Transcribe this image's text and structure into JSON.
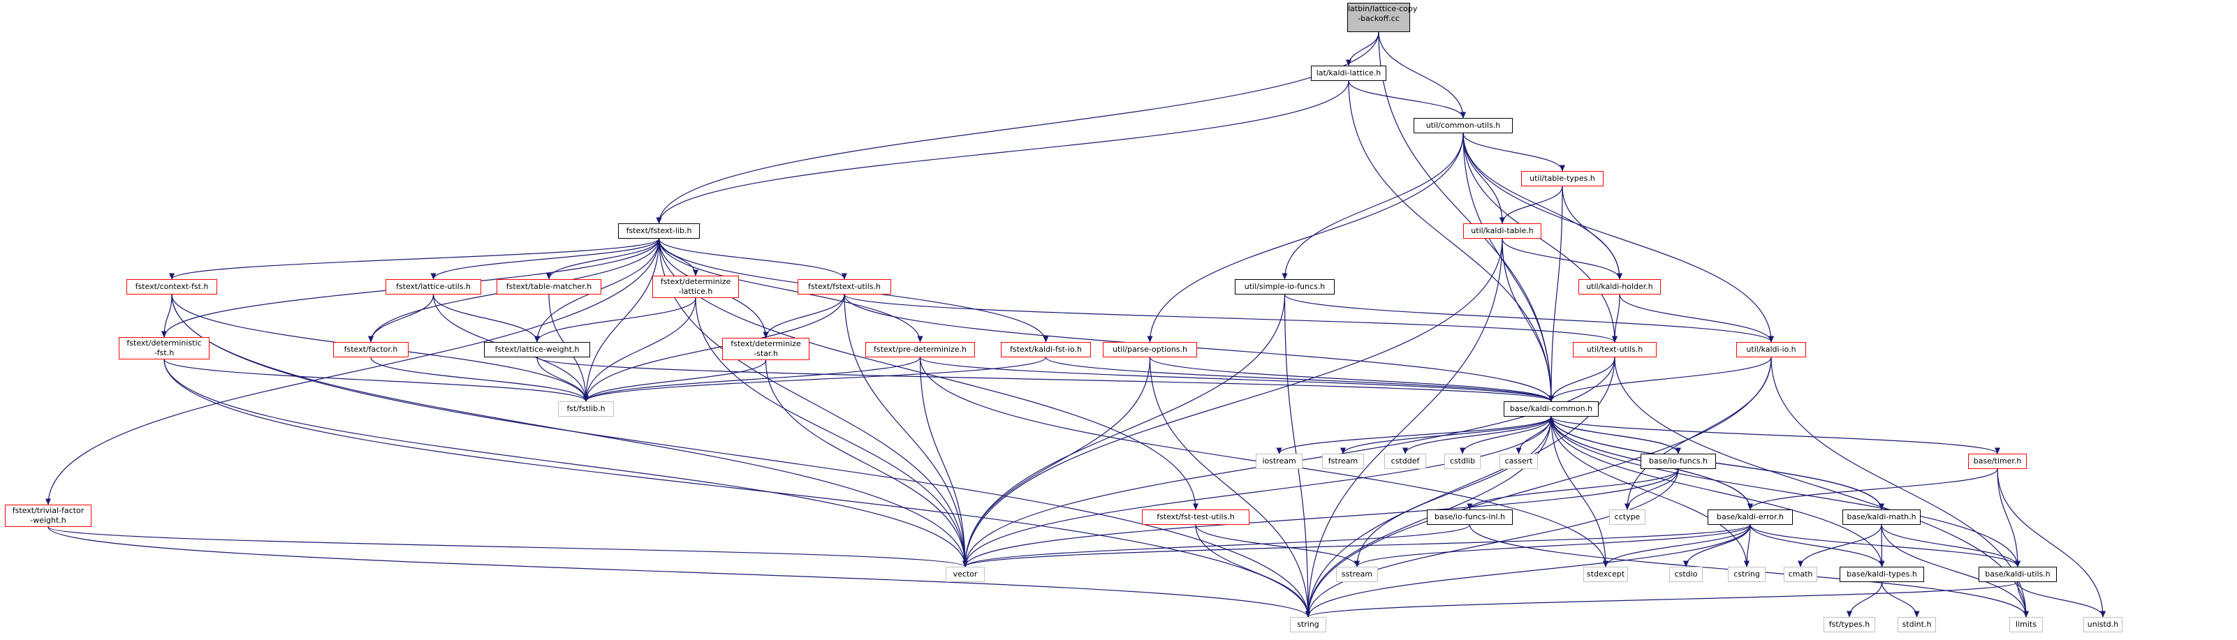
{
  "nodes": [
    {
      "id": "root",
      "lines": [
        "latbin/lattice-copy",
        "-backoff.cc"
      ],
      "style": "root"
    },
    {
      "id": "kaldi_lattice",
      "lines": [
        "lat/kaldi-lattice.h"
      ],
      "style": "black"
    },
    {
      "id": "common_utils",
      "lines": [
        "util/common-utils.h"
      ],
      "style": "black"
    },
    {
      "id": "fstext_lib",
      "lines": [
        "fstext/fstext-lib.h"
      ],
      "style": "black"
    },
    {
      "id": "table_types",
      "lines": [
        "util/table-types.h"
      ],
      "style": "red"
    },
    {
      "id": "kaldi_table",
      "lines": [
        "util/kaldi-table.h"
      ],
      "style": "red"
    },
    {
      "id": "simple_io",
      "lines": [
        "util/simple-io-funcs.h"
      ],
      "style": "black"
    },
    {
      "id": "kaldi_holder",
      "lines": [
        "util/kaldi-holder.h"
      ],
      "style": "red"
    },
    {
      "id": "kaldi_io",
      "lines": [
        "util/kaldi-io.h"
      ],
      "style": "red"
    },
    {
      "id": "text_utils",
      "lines": [
        "util/text-utils.h"
      ],
      "style": "red"
    },
    {
      "id": "context_fst",
      "lines": [
        "fstext/context-fst.h"
      ],
      "style": "red"
    },
    {
      "id": "lattice_utils",
      "lines": [
        "fstext/lattice-utils.h"
      ],
      "style": "red"
    },
    {
      "id": "table_matcher",
      "lines": [
        "fstext/table-matcher.h"
      ],
      "style": "red"
    },
    {
      "id": "determinize_lattice",
      "lines": [
        "fstext/determinize",
        "-lattice.h"
      ],
      "style": "red"
    },
    {
      "id": "fstext_utils",
      "lines": [
        "fstext/fstext-utils.h"
      ],
      "style": "red"
    },
    {
      "id": "deterministic_fst",
      "lines": [
        "fstext/deterministic",
        "-fst.h"
      ],
      "style": "red"
    },
    {
      "id": "factor",
      "lines": [
        "fstext/factor.h"
      ],
      "style": "red"
    },
    {
      "id": "lattice_weight",
      "lines": [
        "fstext/lattice-weight.h"
      ],
      "style": "black"
    },
    {
      "id": "determinize_star",
      "lines": [
        "fstext/determinize",
        "-star.h"
      ],
      "style": "red"
    },
    {
      "id": "pre_determinize",
      "lines": [
        "fstext/pre-determinize.h"
      ],
      "style": "red"
    },
    {
      "id": "kaldi_fst_io",
      "lines": [
        "fstext/kaldi-fst-io.h"
      ],
      "style": "red"
    },
    {
      "id": "parse_options",
      "lines": [
        "util/parse-options.h"
      ],
      "style": "red"
    },
    {
      "id": "fstlib",
      "lines": [
        "fst/fstlib.h"
      ],
      "style": "gray"
    },
    {
      "id": "kaldi_common",
      "lines": [
        "base/kaldi-common.h"
      ],
      "style": "black"
    },
    {
      "id": "iostream",
      "lines": [
        "iostream"
      ],
      "style": "gray"
    },
    {
      "id": "fstream",
      "lines": [
        "fstream"
      ],
      "style": "gray"
    },
    {
      "id": "cstddef",
      "lines": [
        "cstddef"
      ],
      "style": "gray"
    },
    {
      "id": "cstdlib",
      "lines": [
        "cstdlib"
      ],
      "style": "gray"
    },
    {
      "id": "cassert",
      "lines": [
        "cassert"
      ],
      "style": "gray"
    },
    {
      "id": "io_funcs",
      "lines": [
        "base/io-funcs.h"
      ],
      "style": "black"
    },
    {
      "id": "timer",
      "lines": [
        "base/timer.h"
      ],
      "style": "red"
    },
    {
      "id": "trivial_factor",
      "lines": [
        "fstext/trivial-factor",
        "-weight.h"
      ],
      "style": "red"
    },
    {
      "id": "fst_test_utils",
      "lines": [
        "fstext/fst-test-utils.h"
      ],
      "style": "red"
    },
    {
      "id": "io_funcs_inl",
      "lines": [
        "base/io-funcs-inl.h"
      ],
      "style": "black"
    },
    {
      "id": "cctype",
      "lines": [
        "cctype"
      ],
      "style": "gray"
    },
    {
      "id": "kaldi_error",
      "lines": [
        "base/kaldi-error.h"
      ],
      "style": "black"
    },
    {
      "id": "kaldi_math",
      "lines": [
        "base/kaldi-math.h"
      ],
      "style": "black"
    },
    {
      "id": "vector",
      "lines": [
        "vector"
      ],
      "style": "gray"
    },
    {
      "id": "sstream",
      "lines": [
        "sstream"
      ],
      "style": "gray"
    },
    {
      "id": "stdexcept",
      "lines": [
        "stdexcept"
      ],
      "style": "gray"
    },
    {
      "id": "cstdio",
      "lines": [
        "cstdio"
      ],
      "style": "gray"
    },
    {
      "id": "cstring",
      "lines": [
        "cstring"
      ],
      "style": "gray"
    },
    {
      "id": "cmath",
      "lines": [
        "cmath"
      ],
      "style": "gray"
    },
    {
      "id": "kaldi_types",
      "lines": [
        "base/kaldi-types.h"
      ],
      "style": "black"
    },
    {
      "id": "kaldi_utils",
      "lines": [
        "base/kaldi-utils.h"
      ],
      "style": "black"
    },
    {
      "id": "string",
      "lines": [
        "string"
      ],
      "style": "gray"
    },
    {
      "id": "fst_types",
      "lines": [
        "fst/types.h"
      ],
      "style": "gray"
    },
    {
      "id": "stdint",
      "lines": [
        "stdint.h"
      ],
      "style": "gray"
    },
    {
      "id": "limits",
      "lines": [
        "limits"
      ],
      "style": "gray"
    },
    {
      "id": "unistd",
      "lines": [
        "unistd.h"
      ],
      "style": "gray"
    }
  ],
  "edges": [
    [
      "root",
      "kaldi_lattice"
    ],
    [
      "root",
      "common_utils"
    ],
    [
      "root",
      "fstext_lib"
    ],
    [
      "root",
      "kaldi_common"
    ],
    [
      "kaldi_lattice",
      "fstext_lib"
    ],
    [
      "kaldi_lattice",
      "common_utils"
    ],
    [
      "kaldi_lattice",
      "kaldi_common"
    ],
    [
      "common_utils",
      "table_types"
    ],
    [
      "common_utils",
      "kaldi_table"
    ],
    [
      "common_utils",
      "kaldi_holder"
    ],
    [
      "common_utils",
      "kaldi_io"
    ],
    [
      "common_utils",
      "text_utils"
    ],
    [
      "common_utils",
      "simple_io"
    ],
    [
      "common_utils",
      "parse_options"
    ],
    [
      "common_utils",
      "kaldi_common"
    ],
    [
      "table_types",
      "kaldi_table"
    ],
    [
      "table_types",
      "kaldi_holder"
    ],
    [
      "table_types",
      "kaldi_common"
    ],
    [
      "kaldi_table",
      "kaldi_holder"
    ],
    [
      "kaldi_table",
      "kaldi_common"
    ],
    [
      "kaldi_table",
      "vector"
    ],
    [
      "kaldi_table",
      "string"
    ],
    [
      "kaldi_holder",
      "kaldi_io"
    ],
    [
      "kaldi_holder",
      "text_utils"
    ],
    [
      "kaldi_io",
      "kaldi_common"
    ],
    [
      "kaldi_io",
      "cctype"
    ],
    [
      "kaldi_io",
      "string"
    ],
    [
      "kaldi_io",
      "limits"
    ],
    [
      "simple_io",
      "string"
    ],
    [
      "simple_io",
      "vector"
    ],
    [
      "simple_io",
      "kaldi_io"
    ],
    [
      "text_utils",
      "kaldi_common"
    ],
    [
      "text_utils",
      "vector"
    ],
    [
      "text_utils",
      "string"
    ],
    [
      "text_utils",
      "limits"
    ],
    [
      "fstext_lib",
      "context_fst"
    ],
    [
      "fstext_lib",
      "lattice_utils"
    ],
    [
      "fstext_lib",
      "table_matcher"
    ],
    [
      "fstext_lib",
      "determinize_lattice"
    ],
    [
      "fstext_lib",
      "fstext_utils"
    ],
    [
      "fstext_lib",
      "pre_determinize"
    ],
    [
      "fstext_lib",
      "kaldi_fst_io"
    ],
    [
      "fstext_lib",
      "deterministic_fst"
    ],
    [
      "fstext_lib",
      "factor"
    ],
    [
      "fstext_lib",
      "lattice_weight"
    ],
    [
      "fstext_lib",
      "determinize_star"
    ],
    [
      "fstext_lib",
      "trivial_factor"
    ],
    [
      "fstext_lib",
      "fstlib"
    ],
    [
      "fstext_lib",
      "fst_test_utils"
    ],
    [
      "fstext_lib",
      "vector"
    ],
    [
      "context_fst",
      "deterministic_fst"
    ],
    [
      "context_fst",
      "fstlib"
    ],
    [
      "context_fst",
      "string"
    ],
    [
      "context_fst",
      "vector"
    ],
    [
      "lattice_utils",
      "factor"
    ],
    [
      "lattice_utils",
      "lattice_weight"
    ],
    [
      "lattice_utils",
      "fstlib"
    ],
    [
      "table_matcher",
      "fstlib"
    ],
    [
      "determinize_lattice",
      "lattice_weight"
    ],
    [
      "determinize_lattice",
      "fstlib"
    ],
    [
      "determinize_lattice",
      "vector"
    ],
    [
      "fstext_utils",
      "determinize_star"
    ],
    [
      "fstext_utils",
      "fstlib"
    ],
    [
      "fstext_utils",
      "kaldi_common"
    ],
    [
      "fstext_utils",
      "text_utils"
    ],
    [
      "fstext_utils",
      "vector"
    ],
    [
      "deterministic_fst",
      "fstlib"
    ],
    [
      "deterministic_fst",
      "vector"
    ],
    [
      "deterministic_fst",
      "string"
    ],
    [
      "factor",
      "fstlib"
    ],
    [
      "lattice_weight",
      "fstlib"
    ],
    [
      "lattice_weight",
      "kaldi_common"
    ],
    [
      "determinize_star",
      "fstlib"
    ],
    [
      "determinize_star",
      "vector"
    ],
    [
      "pre_determinize",
      "fstlib"
    ],
    [
      "pre_determinize",
      "kaldi_common"
    ],
    [
      "pre_determinize",
      "vector"
    ],
    [
      "pre_determinize",
      "stdexcept"
    ],
    [
      "kaldi_fst_io",
      "fstlib"
    ],
    [
      "kaldi_fst_io",
      "kaldi_common"
    ],
    [
      "parse_options",
      "kaldi_common"
    ],
    [
      "parse_options",
      "vector"
    ],
    [
      "parse_options",
      "string"
    ],
    [
      "trivial_factor",
      "vector"
    ],
    [
      "trivial_factor",
      "string"
    ],
    [
      "fst_test_utils",
      "sstream"
    ],
    [
      "fst_test_utils",
      "string"
    ],
    [
      "kaldi_common",
      "iostream"
    ],
    [
      "kaldi_common",
      "fstream"
    ],
    [
      "kaldi_common",
      "cstddef"
    ],
    [
      "kaldi_common",
      "cstdlib"
    ],
    [
      "kaldi_common",
      "cassert"
    ],
    [
      "kaldi_common",
      "io_funcs"
    ],
    [
      "kaldi_common",
      "timer"
    ],
    [
      "kaldi_common",
      "kaldi_error"
    ],
    [
      "kaldi_common",
      "kaldi_math"
    ],
    [
      "kaldi_common",
      "kaldi_types"
    ],
    [
      "kaldi_common",
      "kaldi_utils"
    ],
    [
      "kaldi_common",
      "vector"
    ],
    [
      "kaldi_common",
      "sstream"
    ],
    [
      "kaldi_common",
      "stdexcept"
    ],
    [
      "kaldi_common",
      "string"
    ],
    [
      "kaldi_common",
      "cstring"
    ],
    [
      "io_funcs",
      "io_funcs_inl"
    ],
    [
      "io_funcs",
      "cctype"
    ],
    [
      "io_funcs",
      "vector"
    ],
    [
      "io_funcs",
      "string"
    ],
    [
      "io_funcs",
      "kaldi_common"
    ],
    [
      "io_funcs_inl",
      "vector"
    ],
    [
      "io_funcs_inl",
      "limits"
    ],
    [
      "timer",
      "kaldi_error"
    ],
    [
      "timer",
      "kaldi_utils"
    ],
    [
      "timer",
      "unistd"
    ],
    [
      "kaldi_error",
      "vector"
    ],
    [
      "kaldi_error",
      "sstream"
    ],
    [
      "kaldi_error",
      "stdexcept"
    ],
    [
      "kaldi_error",
      "cstdio"
    ],
    [
      "kaldi_error",
      "cstring"
    ],
    [
      "kaldi_error",
      "string"
    ],
    [
      "kaldi_error",
      "kaldi_types"
    ],
    [
      "kaldi_error",
      "kaldi_utils"
    ],
    [
      "kaldi_error",
      "kaldi_common"
    ],
    [
      "kaldi_math",
      "cmath"
    ],
    [
      "kaldi_math",
      "limits"
    ],
    [
      "kaldi_math",
      "kaldi_types"
    ],
    [
      "kaldi_math",
      "kaldi_utils"
    ],
    [
      "kaldi_math",
      "kaldi_common"
    ],
    [
      "kaldi_types",
      "fst_types"
    ],
    [
      "kaldi_types",
      "stdint"
    ],
    [
      "kaldi_utils",
      "limits"
    ],
    [
      "kaldi_utils",
      "string"
    ],
    [
      "kaldi_utils",
      "unistd"
    ]
  ],
  "colors": {
    "edge": "#191970",
    "red_border": "#ff0000",
    "gray_border": "#bfbfbf",
    "root_fill": "#bfbfbf"
  }
}
